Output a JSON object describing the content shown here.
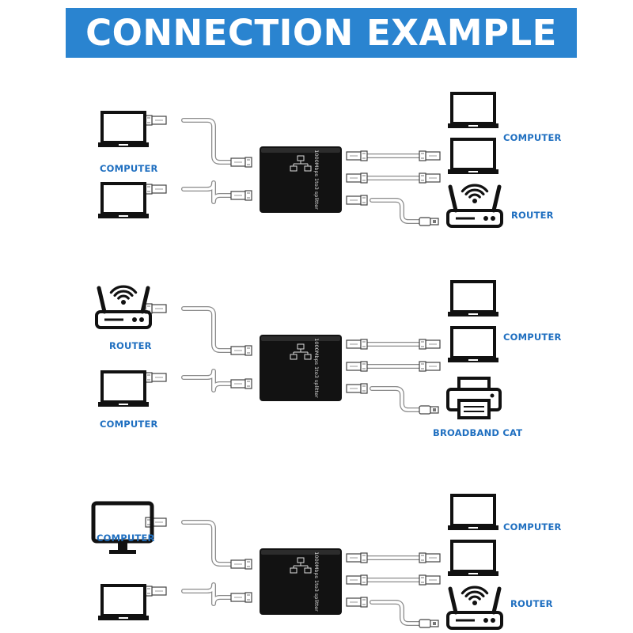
{
  "title": "CONNECTION EXAMPLE",
  "colors": {
    "banner": "#2a84d0",
    "label": "#1f6fc0",
    "device": "#111111"
  },
  "device_text": "1000Mbps 1to3 splitter",
  "icons": [
    "laptop-icon",
    "monitor-icon",
    "router-icon",
    "printer-icon",
    "ethernet-plug-icon",
    "usb-plug-icon",
    "ethernet-splitter-icon",
    "network-icon"
  ],
  "examples": [
    {
      "left": [
        {
          "device": "laptop",
          "label": "COMPUTER"
        },
        {
          "device": "laptop",
          "label": ""
        }
      ],
      "right": [
        {
          "device": "laptop",
          "label": "COMPUTER"
        },
        {
          "device": "laptop",
          "label": ""
        },
        {
          "device": "router",
          "label": "ROUTER"
        }
      ]
    },
    {
      "left": [
        {
          "device": "router",
          "label": "ROUTER"
        },
        {
          "device": "laptop",
          "label": "COMPUTER"
        }
      ],
      "right": [
        {
          "device": "laptop",
          "label": "COMPUTER"
        },
        {
          "device": "laptop",
          "label": ""
        },
        {
          "device": "printer",
          "label": "BROADBAND CAT"
        }
      ]
    },
    {
      "left": [
        {
          "device": "monitor",
          "label": "COMPUTER"
        },
        {
          "device": "laptop",
          "label": ""
        }
      ],
      "right": [
        {
          "device": "laptop",
          "label": "COMPUTER"
        },
        {
          "device": "laptop",
          "label": ""
        },
        {
          "device": "router",
          "label": "ROUTER"
        }
      ]
    }
  ]
}
